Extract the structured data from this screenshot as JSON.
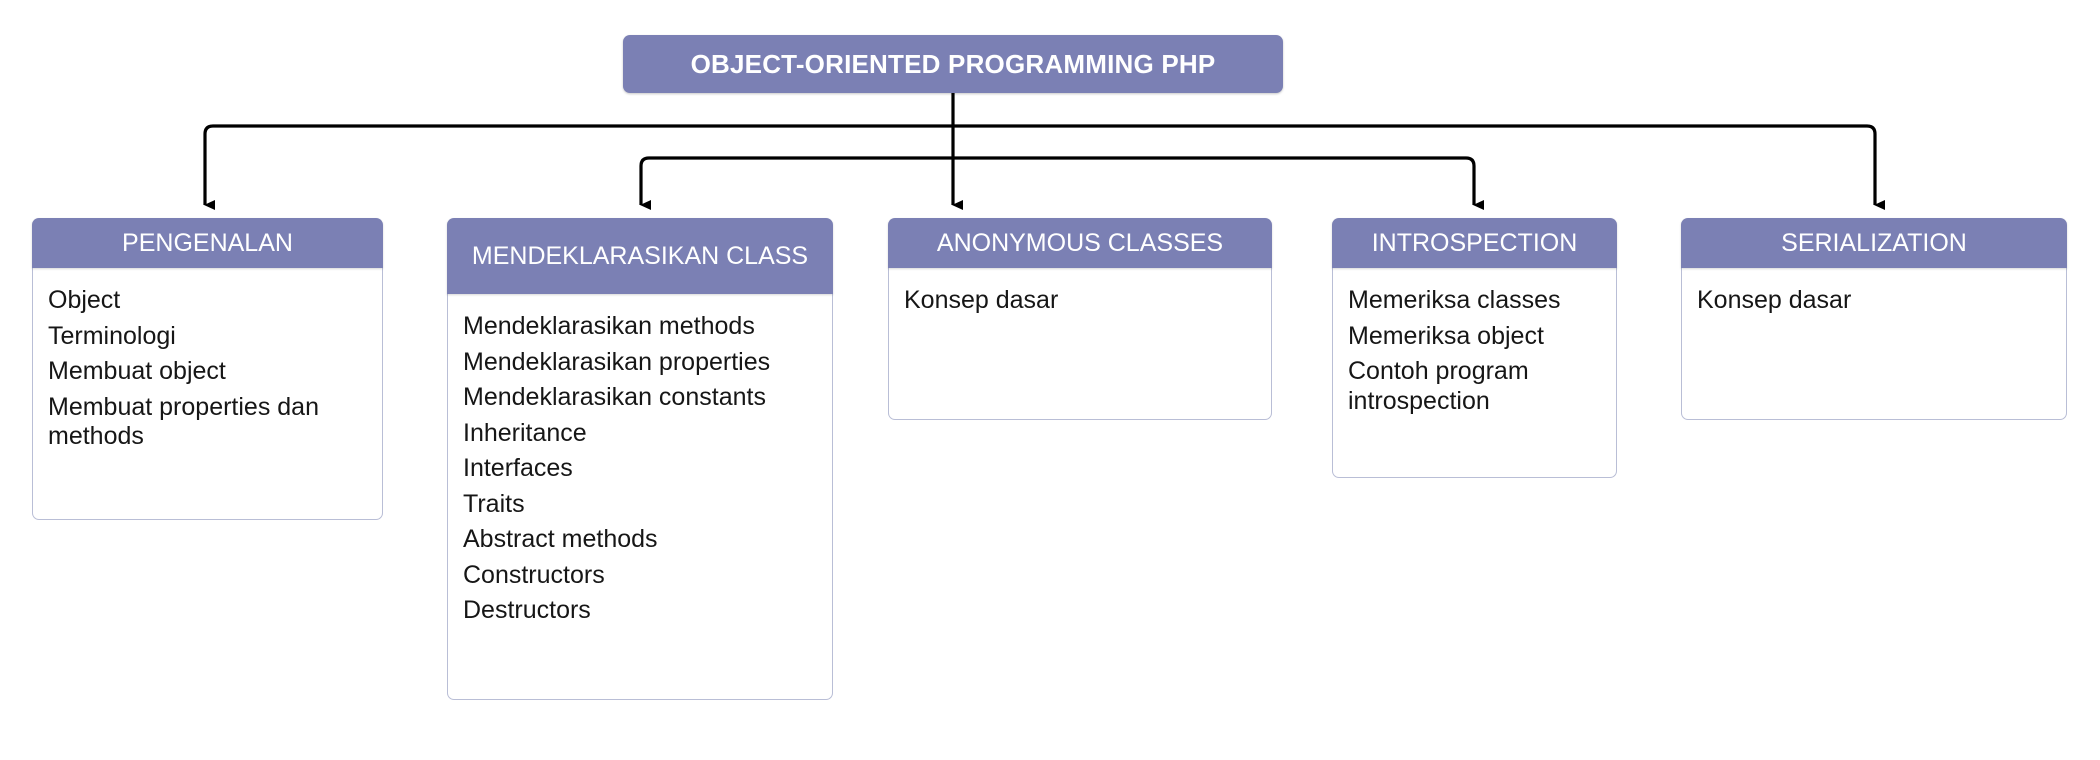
{
  "diagram": {
    "type": "mind-map-tree",
    "title": "OBJECT-ORIENTED PROGRAMMING PHP",
    "colors": {
      "header_fill": "#7b80b4",
      "body_fill": "#ffffff",
      "body_border": "#b9bed6",
      "header_text": "#ffffff",
      "body_text": "#161616",
      "connector": "#000000",
      "canvas": "#ffffff"
    },
    "root": {
      "label": "OBJECT-ORIENTED PROGRAMMING PHP"
    },
    "branches": [
      {
        "id": "pengenalan",
        "title": "PENGENALAN",
        "items": [
          "Object",
          "Terminologi",
          "Membuat object",
          "Membuat properties dan methods"
        ]
      },
      {
        "id": "mendeklarasikan-class",
        "title": "MENDEKLARASIKAN CLASS",
        "items": [
          "Mendeklarasikan methods",
          "Mendeklarasikan properties",
          "Mendeklarasikan constants",
          "Inheritance",
          "Interfaces",
          "Traits",
          "Abstract methods",
          "Constructors",
          "Destructors"
        ]
      },
      {
        "id": "anonymous-classes",
        "title": "ANONYMOUS CLASSES",
        "items": [
          "Konsep dasar"
        ]
      },
      {
        "id": "introspection",
        "title": "INTROSPECTION",
        "items": [
          "Memeriksa classes",
          "Memeriksa object",
          "Contoh program introspection"
        ]
      },
      {
        "id": "serialization",
        "title": "SERIALIZATION",
        "items": [
          "Konsep dasar"
        ]
      }
    ],
    "connectors": {
      "style": "orthogonal-elbow-with-arrowhead",
      "arrowhead": "filled-triangle-down"
    }
  }
}
